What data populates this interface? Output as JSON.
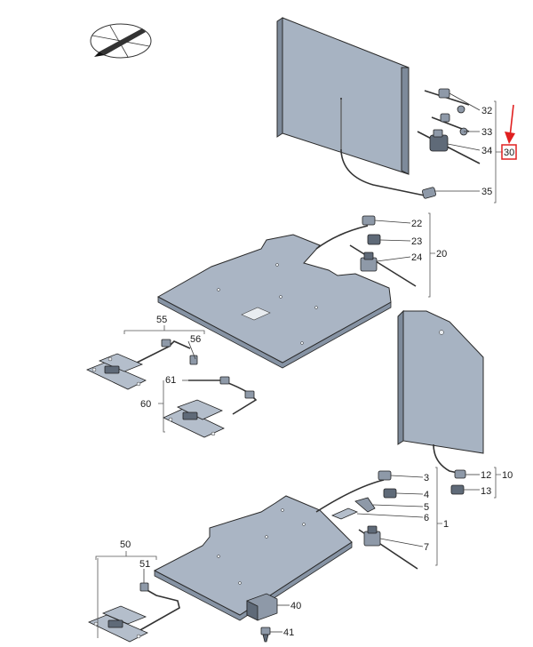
{
  "labels": {
    "l32": "32",
    "l33": "33",
    "l34": "34",
    "l30": "30",
    "l35": "35",
    "l22": "22",
    "l23": "23",
    "l24": "24",
    "l20": "20",
    "l55": "55",
    "l56": "56",
    "l61": "61",
    "l60": "60",
    "l12": "12",
    "l13": "13",
    "l10": "10",
    "l3": "3",
    "l4": "4",
    "l5": "5",
    "l6": "6",
    "l1": "1",
    "l7": "7",
    "l50": "50",
    "l51": "51",
    "l40": "40",
    "l41": "41"
  },
  "colors": {
    "highlight_box": "#e02020",
    "arrow": "#e02020",
    "panel": "#a7b3c2"
  },
  "icons": {
    "logo": "pencil-ellipse-logo-icon",
    "arrow": "red-arrow-down-icon"
  }
}
